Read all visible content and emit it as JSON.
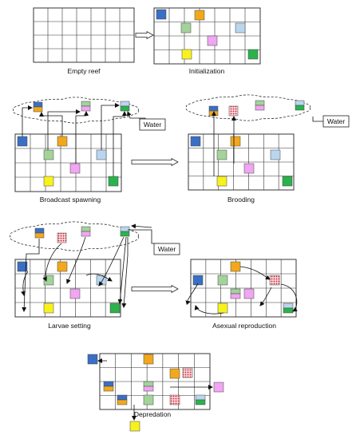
{
  "labels": {
    "empty_reef": "Empty reef",
    "initialization": "Initialization",
    "broadcast_spawning": "Broadcast spawning",
    "brooding": "Brooding",
    "larvae_setting": "Larvae setting",
    "asexual_reproduction": "Asexual reproduction",
    "depredation": "Depredation",
    "water": "Water"
  },
  "colors": {
    "blue": "#3a6fc4",
    "orange": "#f2a81d",
    "green": "#a3d39a",
    "lightblue": "#b9d6ee",
    "pink": "#f0a6f2",
    "yellow": "#f7f21f",
    "darkgreen": "#2bb24c",
    "red_dots": "#d8202a",
    "pale_pink": "#f6d9de"
  }
}
